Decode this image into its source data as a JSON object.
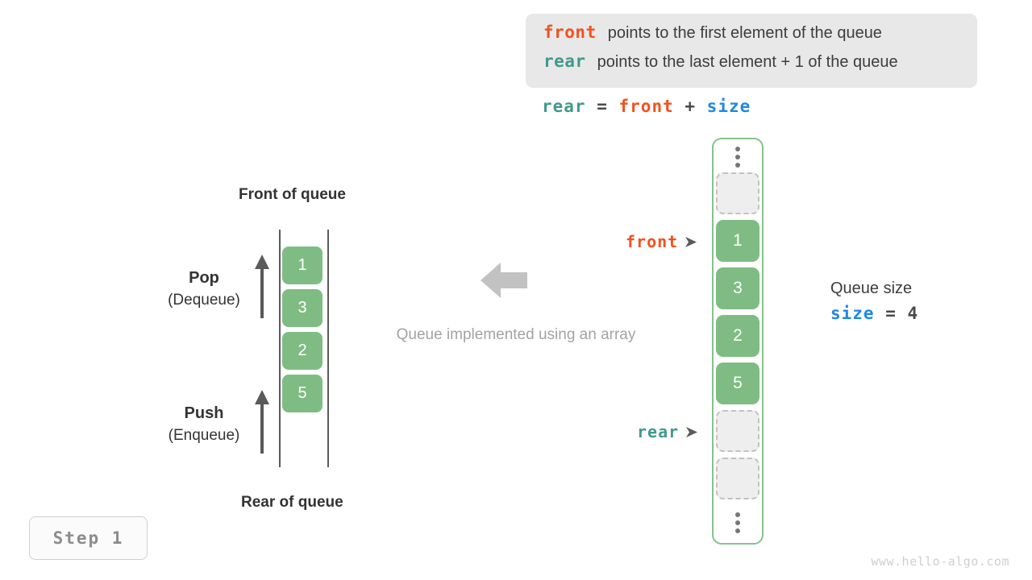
{
  "legend": {
    "lines": [
      {
        "keyword": "front",
        "keyword_color": "#f4511e",
        "text": "points to the first element of the queue"
      },
      {
        "keyword": "rear",
        "keyword_color": "#3e9a8a",
        "text": "points to the last element + 1 of the queue"
      }
    ],
    "background": "#e8e8e8"
  },
  "formula": {
    "lhs": "rear",
    "eq": " = ",
    "rhs1": "front",
    "plus": " + ",
    "rhs2": "size"
  },
  "left_queue": {
    "front_label": "Front of queue",
    "rear_label": "Rear of queue",
    "pop": {
      "name": "Pop",
      "alt": "(Dequeue)"
    },
    "push": {
      "name": "Push",
      "alt": "(Enqueue)"
    },
    "cells": [
      "1",
      "3",
      "2",
      "5"
    ],
    "cell_color": "#7fbc84"
  },
  "middle": {
    "caption": "Queue implemented using an array",
    "arrow_direction": "left",
    "arrow_color": "#c2c2c2"
  },
  "array": {
    "border_color": "#86c28d",
    "top_ellipsis": "⋮",
    "bottom_ellipsis": "⋮",
    "slots": [
      {
        "state": "empty",
        "value": ""
      },
      {
        "state": "filled",
        "value": "1"
      },
      {
        "state": "filled",
        "value": "3"
      },
      {
        "state": "filled",
        "value": "2"
      },
      {
        "state": "filled",
        "value": "5"
      },
      {
        "state": "empty",
        "value": ""
      },
      {
        "state": "empty",
        "value": ""
      }
    ],
    "pointers": {
      "front": {
        "label": "front",
        "color": "#f4511e",
        "target_index": 1
      },
      "rear": {
        "label": "rear",
        "color": "#3e9a8a",
        "target_index": 5
      }
    }
  },
  "queue_size": {
    "title": "Queue size",
    "var": "size",
    "var_color": "#1e88e5",
    "eq": " = ",
    "value": "4"
  },
  "step_badge": {
    "label": "Step 1"
  },
  "watermark": {
    "text": "www.hello-algo.com"
  }
}
